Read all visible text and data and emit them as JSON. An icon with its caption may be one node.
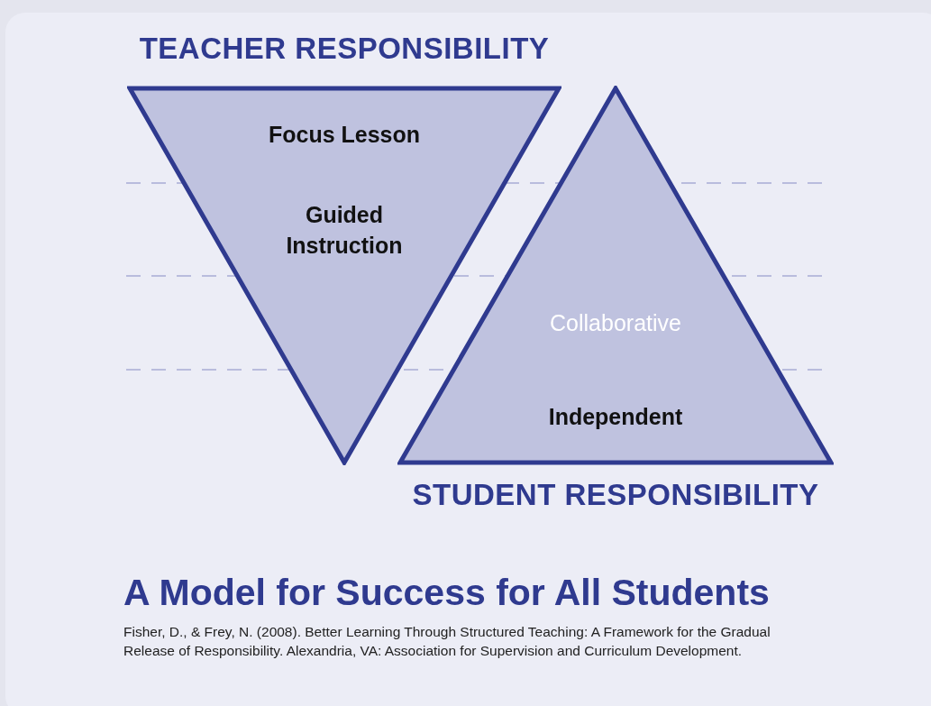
{
  "diagram": {
    "title": "A Model for Success for All Students",
    "caption": "Fisher, D., & Frey, N. (2008). Better Learning Through Structured Teaching: A Framework for the Gradual Release of Responsibility. Alexandria, VA: Association for Supervision and Curriculum Development.",
    "nodes": [
      {
        "text": [
          "TEACHER RESPONSIBILITY",
          "Focus Lesson",
          "Guided Instruction"
        ]
      },
      {
        "text": [
          "Collaborative",
          "Independent",
          "STUDENT RESPONSIBILITY"
        ]
      }
    ]
  }
}
